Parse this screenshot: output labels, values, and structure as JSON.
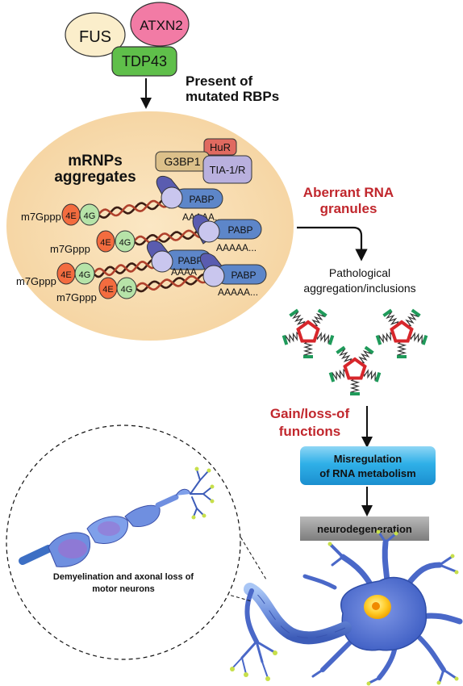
{
  "proteins": {
    "fus": "FUS",
    "atxn2": "ATXN2",
    "tdp43": "TDP43"
  },
  "present_label": [
    "Present of",
    "mutated RBPs"
  ],
  "mrnp": {
    "title": [
      "mRNPs",
      "aggregates"
    ],
    "granule_proteins": {
      "hur": "HuR",
      "g3bp1": "G3BP1",
      "tia": "TIA-1/R"
    },
    "cap": "m7Gppp",
    "factor_4e": "4E",
    "factor_4g": "4G",
    "pabp": "PABP",
    "polya_rows": [
      "AAAAA...",
      "AAAAA...",
      "AAAA",
      "AAAAA..."
    ]
  },
  "aberrant_label": [
    "Aberrant RNA",
    "granules"
  ],
  "pathological_label": [
    "Pathological",
    "aggregation/inclusions"
  ],
  "gain_loss_label": [
    "Gain/loss-of",
    "functions"
  ],
  "misregulation_label": [
    "Misregulation",
    "of RNA metabolism"
  ],
  "neurodegeneration_label": "neurodegeneration",
  "inset_caption": [
    "Demyelination and axonal loss of",
    "motor neurons"
  ],
  "colors": {
    "fus": "#fbeecb",
    "atxn2": "#f27ba5",
    "tdp43": "#5fbf4a",
    "oval": "#f9dfb4",
    "red_label": "#c1272d",
    "hur": "#e06a60",
    "g3bp1": "#dcc08a",
    "tia": "#b9b0de",
    "factor_4e": "#f36c3f",
    "factor_4g": "#b6e3a8",
    "pabp": "#5d86c9",
    "pabp_ring": "#5a5cb0",
    "misregulation": "#2fb0e8",
    "neurodegeneration": "#8c8c8c",
    "neuron": "#5b78d4",
    "nucleus": "#ffcc2a"
  }
}
